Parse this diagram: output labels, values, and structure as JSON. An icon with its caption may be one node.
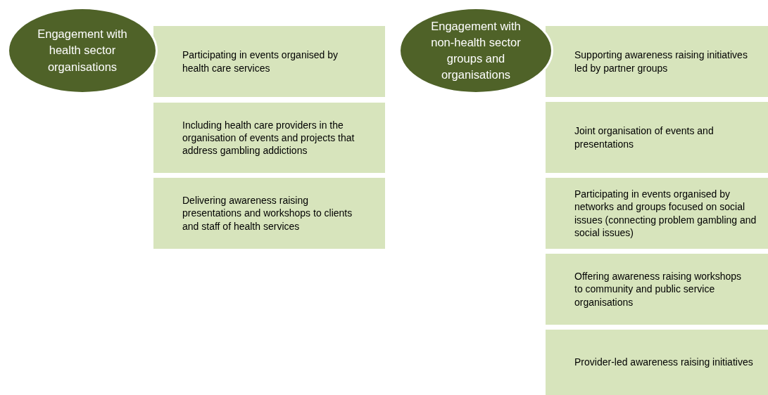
{
  "diagram": {
    "nodes": [
      {
        "text": [
          "Engagement with health sector organisations"
        ]
      },
      {
        "text": [
          "Participating in events organised by health care services"
        ]
      },
      {
        "text": [
          "Including health care providers in the organisation of events and projects that address gambling addictions"
        ]
      },
      {
        "text": [
          "Delivering awareness raising presentations and workshops to clients and staff of health services"
        ]
      },
      {
        "text": [
          "Engagement with non-health sector groups and organisations"
        ]
      },
      {
        "text": [
          "Supporting awareness raising initiatives led by partner groups"
        ]
      },
      {
        "text": [
          "Joint organisation of events and presentations"
        ]
      },
      {
        "text": [
          "Participating in events organised by networks and groups focused on social issues (connecting problem gambling and social issues)"
        ]
      },
      {
        "text": [
          "Offering awareness raising workshops to community and public service organisations"
        ]
      },
      {
        "text": [
          "Provider-led awareness raising initiatives"
        ]
      }
    ],
    "edges": []
  }
}
